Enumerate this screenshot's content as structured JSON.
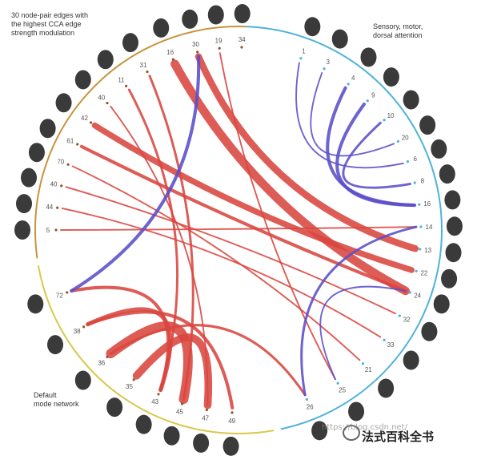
{
  "legends": {
    "top_left": [
      "30 node-pair edges with",
      "the highest CCA edge",
      "strength modulation"
    ],
    "top_right": [
      "Sensory, motor,",
      "dorsal attention"
    ],
    "bottom_left": [
      "Default",
      "mode network"
    ]
  },
  "watermark": {
    "url": "https://blog.csdn.net/",
    "brand": "法式百科全书"
  },
  "colors": {
    "arc_default_upper": "#c8943c",
    "arc_sensory": "#4fb3d9",
    "arc_default_lower": "#d8c94a",
    "edge_positive": "#d9453f",
    "edge_negative": "#5a4fc9",
    "thumbnail": "#3a3a3a"
  },
  "nodes": [
    {
      "label": "1",
      "group": "sensory"
    },
    {
      "label": "3",
      "group": "sensory"
    },
    {
      "label": "4",
      "group": "sensory"
    },
    {
      "label": "9",
      "group": "sensory"
    },
    {
      "label": "10",
      "group": "sensory"
    },
    {
      "label": "20",
      "group": "sensory"
    },
    {
      "label": "6",
      "group": "sensory"
    },
    {
      "label": "8",
      "group": "sensory"
    },
    {
      "label": "16",
      "group": "sensory"
    },
    {
      "label": "14",
      "group": "sensory"
    },
    {
      "label": "13",
      "group": "sensory"
    },
    {
      "label": "22",
      "group": "sensory"
    },
    {
      "label": "24",
      "group": "sensory"
    },
    {
      "label": "32",
      "group": "sensory"
    },
    {
      "label": "33",
      "group": "sensory"
    },
    {
      "label": "21",
      "group": "sensory"
    },
    {
      "label": "25",
      "group": "sensory"
    },
    {
      "label": "26",
      "group": "sensory"
    },
    {
      "label": "49",
      "group": "default"
    },
    {
      "label": "47",
      "group": "default"
    },
    {
      "label": "45",
      "group": "default"
    },
    {
      "label": "43",
      "group": "default"
    },
    {
      "label": "35",
      "group": "default"
    },
    {
      "label": "36",
      "group": "default"
    },
    {
      "label": "38",
      "group": "default"
    },
    {
      "label": "72",
      "group": "default"
    },
    {
      "label": "5",
      "group": "default"
    },
    {
      "label": "44",
      "group": "default"
    },
    {
      "label": "40",
      "group": "default"
    },
    {
      "label": "70",
      "group": "default"
    },
    {
      "label": "61",
      "group": "default"
    },
    {
      "label": "42",
      "group": "default"
    },
    {
      "label": "40",
      "group": "default"
    },
    {
      "label": "11",
      "group": "default"
    },
    {
      "label": "31",
      "group": "default"
    },
    {
      "label": "16",
      "group": "default"
    },
    {
      "label": "30",
      "group": "default"
    },
    {
      "label": "19",
      "group": "default"
    },
    {
      "label": "34",
      "group": "default"
    }
  ],
  "edges": [
    {
      "from": 35,
      "to": 12,
      "strength": 9,
      "sign": "positive"
    },
    {
      "from": 36,
      "to": 10,
      "strength": 7,
      "sign": "positive"
    },
    {
      "from": 31,
      "to": 11,
      "strength": 6,
      "sign": "positive"
    },
    {
      "from": 30,
      "to": 12,
      "strength": 3,
      "sign": "positive"
    },
    {
      "from": 33,
      "to": 21,
      "strength": 2,
      "sign": "positive"
    },
    {
      "from": 34,
      "to": 20,
      "strength": 2,
      "sign": "positive"
    },
    {
      "from": 32,
      "to": 19,
      "strength": 1,
      "sign": "positive"
    },
    {
      "from": 29,
      "to": 15,
      "strength": 1,
      "sign": "positive"
    },
    {
      "from": 28,
      "to": 13,
      "strength": 1,
      "sign": "positive"
    },
    {
      "from": 27,
      "to": 14,
      "strength": 1,
      "sign": "positive"
    },
    {
      "from": 26,
      "to": 9,
      "strength": 1,
      "sign": "positive"
    },
    {
      "from": 37,
      "to": 16,
      "strength": 1,
      "sign": "positive"
    },
    {
      "from": 25,
      "to": 21,
      "strength": 3,
      "sign": "positive"
    },
    {
      "from": 24,
      "to": 21,
      "strength": 4,
      "sign": "positive"
    },
    {
      "from": 23,
      "to": 20,
      "strength": 10,
      "sign": "positive"
    },
    {
      "from": 22,
      "to": 19,
      "strength": 8,
      "sign": "positive"
    },
    {
      "from": 24,
      "to": 18,
      "strength": 3,
      "sign": "positive"
    },
    {
      "from": 23,
      "to": 17,
      "strength": 2,
      "sign": "positive"
    },
    {
      "from": 36,
      "to": 25,
      "strength": 3,
      "sign": "negative"
    },
    {
      "from": 2,
      "to": 8,
      "strength": 3,
      "sign": "negative"
    },
    {
      "from": 3,
      "to": 8,
      "strength": 3,
      "sign": "negative"
    },
    {
      "from": 4,
      "to": 7,
      "strength": 2,
      "sign": "negative"
    },
    {
      "from": 0,
      "to": 6,
      "strength": 1,
      "sign": "negative"
    },
    {
      "from": 1,
      "to": 5,
      "strength": 1,
      "sign": "negative"
    },
    {
      "from": 9,
      "to": 17,
      "strength": 2,
      "sign": "negative"
    },
    {
      "from": 12,
      "to": 16,
      "strength": 1,
      "sign": "negative"
    }
  ]
}
